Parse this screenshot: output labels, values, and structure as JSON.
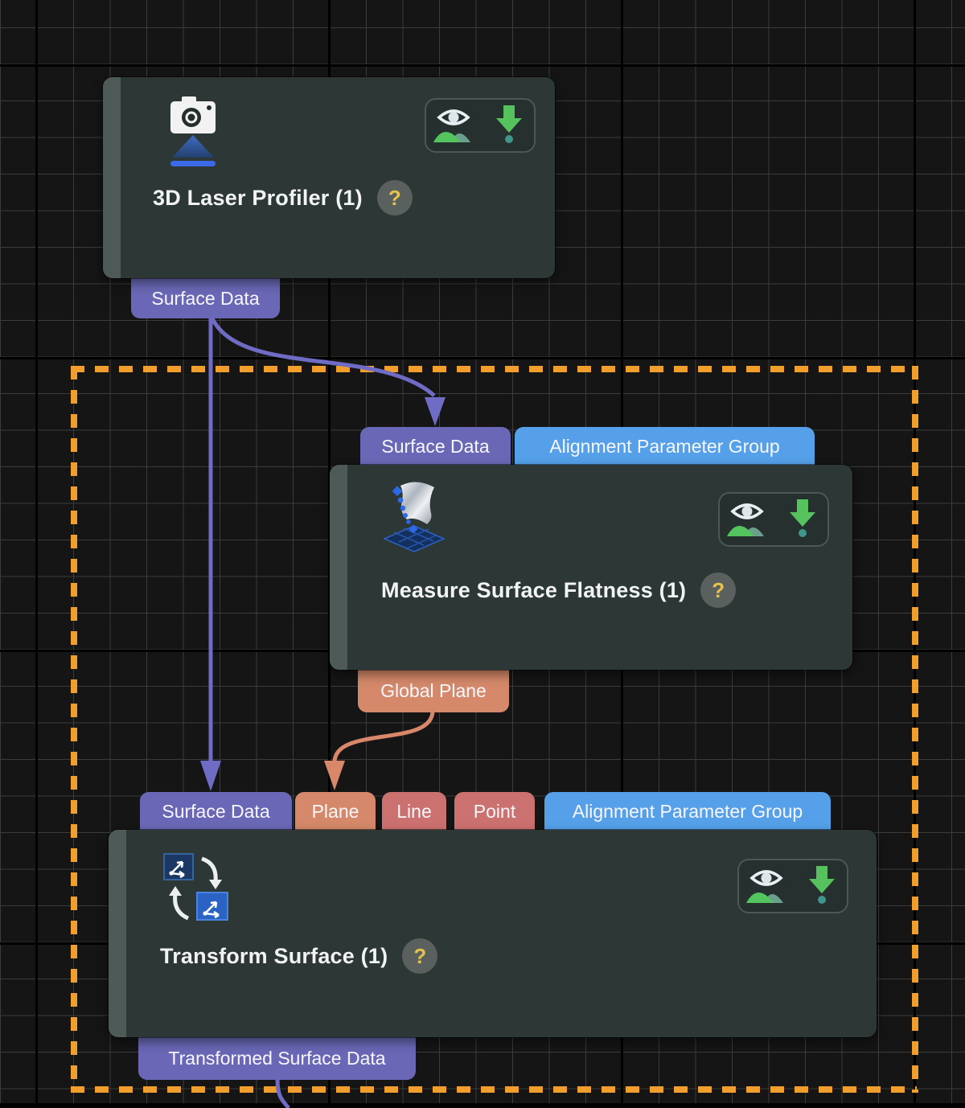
{
  "app": {
    "type": "node-graph-editor"
  },
  "labels": {
    "help": "?"
  },
  "colors": {
    "background": "#151515",
    "grid_minor": "#3c3c3c",
    "grid_major": "#000000",
    "node_body": "#2d3735",
    "node_accent_strip": "#4d5a58",
    "selection_dash": "#f09e2e",
    "port_surface_data": "#6a68b6",
    "port_alignment_parameter_group": "#55a0e8",
    "port_plane": "#d5896a",
    "port_line_point": "#cb7170",
    "wire_surface": "#6e6cc4",
    "wire_plane": "#d8876a",
    "help_badge_bg": "#5a605e",
    "help_badge_text": "#e6c24c",
    "icon_green": "#54c45e",
    "icon_teal": "#3f948b"
  },
  "node_toolbar_icons": [
    "preview-eye-icon",
    "download-result-icon"
  ],
  "nodes": [
    {
      "title": "3D Laser Profiler (1)",
      "icon": "3d-laser-profiler-camera-icon",
      "inputs": [],
      "outputs": [
        {
          "label": "Surface Data",
          "type": "surface-data"
        }
      ]
    },
    {
      "title": "Measure Surface Flatness (1)",
      "icon": "surface-flatness-icon",
      "inputs": [
        {
          "label": "Surface Data",
          "type": "surface-data"
        },
        {
          "label": "Alignment Parameter Group",
          "type": "alignment-parameter-group"
        }
      ],
      "outputs": [
        {
          "label": "Global Plane",
          "type": "plane"
        }
      ]
    },
    {
      "title": "Transform Surface (1)",
      "icon": "transform-surface-icon",
      "inputs": [
        {
          "label": "Surface Data",
          "type": "surface-data"
        },
        {
          "label": "Plane",
          "type": "plane"
        },
        {
          "label": "Line",
          "type": "line"
        },
        {
          "label": "Point",
          "type": "point"
        },
        {
          "label": "Alignment Parameter Group",
          "type": "alignment-parameter-group"
        }
      ],
      "outputs": [
        {
          "label": "Transformed Surface Data",
          "type": "surface-data"
        }
      ]
    }
  ],
  "connections": [
    {
      "from": "3D Laser Profiler (1) / Surface Data",
      "to": "Measure Surface Flatness (1) / Surface Data"
    },
    {
      "from": "3D Laser Profiler (1) / Surface Data",
      "to": "Transform Surface (1) / Surface Data"
    },
    {
      "from": "Measure Surface Flatness (1) / Global Plane",
      "to": "Transform Surface (1) / Plane"
    },
    {
      "from": "Transform Surface (1) / Transformed Surface Data",
      "to": "offscreen-bottom"
    }
  ],
  "selection": {
    "style": "orange-dashed-rectangle",
    "contains": [
      "Measure Surface Flatness (1)",
      "Transform Surface (1)"
    ]
  }
}
